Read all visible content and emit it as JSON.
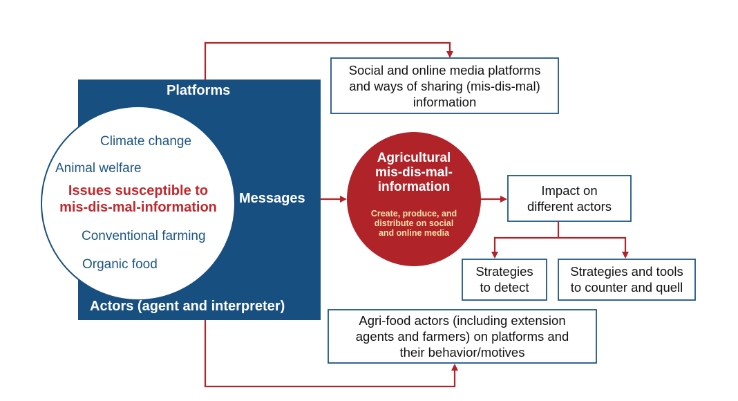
{
  "colors": {
    "navy": "#174f80",
    "red": "#b02329",
    "box_border": "#1c5585",
    "issue_text": "#c0282d",
    "topic_text": "#1c5585",
    "sub_text": "#f2e2a6"
  },
  "panel": {
    "platforms_label": "Platforms",
    "messages_label": "Messages",
    "actors_label": "Actors (agent and interpreter)"
  },
  "circle": {
    "topics": [
      "Climate change",
      "Animal welfare",
      "Conventional farming",
      "Organic food"
    ],
    "issue_line1": "Issues susceptible to",
    "issue_line2": "mis-dis-mal-information"
  },
  "center_node": {
    "title_line1": "Agricultural",
    "title_line2": "mis-dis-mal-",
    "title_line3": "information",
    "sub_line1": "Create, produce, and",
    "sub_line2": "distribute on social",
    "sub_line3": "and online media"
  },
  "boxes": {
    "platforms_box": {
      "line1": "Social and online media platforms",
      "line2": "and ways of sharing (mis-dis-mal)",
      "line3": "information"
    },
    "impact_box": {
      "line1": "Impact on",
      "line2": "different actors"
    },
    "detect_box": {
      "line1": "Strategies",
      "line2": "to detect"
    },
    "counter_box": {
      "line1": "Strategies and tools",
      "line2": "to counter and quell"
    },
    "actors_box": {
      "line1": "Agri-food actors (including extension",
      "line2": "agents and farmers) on platforms and",
      "line3": "their behavior/motives"
    }
  }
}
